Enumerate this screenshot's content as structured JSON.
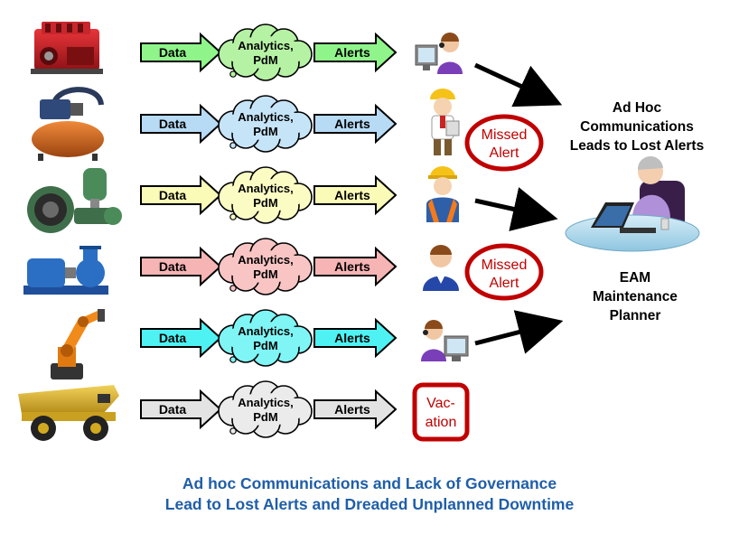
{
  "rows": [
    {
      "machine": "engine-icon",
      "data_label": "Data",
      "cloud_line1": "Analytics,",
      "cloud_line2": "PdM",
      "alerts_label": "Alerts",
      "color": "#8ff58a",
      "cloud_color": "#b6f2a4",
      "recipient": "call-center-agent-icon",
      "badge": ""
    },
    {
      "machine": "pump-tank-icon",
      "data_label": "Data",
      "cloud_line1": "Analytics,",
      "cloud_line2": "PdM",
      "alerts_label": "Alerts",
      "color": "#b7dbf5",
      "cloud_color": "#c6e4f8",
      "recipient": "field-technician-icon",
      "badge": "missed"
    },
    {
      "machine": "valve-icon",
      "data_label": "Data",
      "cloud_line1": "Analytics,",
      "cloud_line2": "PdM",
      "alerts_label": "Alerts",
      "color": "#fbfbb8",
      "cloud_color": "#fbfbc4",
      "recipient": "construction-worker-icon",
      "badge": ""
    },
    {
      "machine": "centrifugal-pump-icon",
      "data_label": "Data",
      "cloud_line1": "Analytics,",
      "cloud_line2": "PdM",
      "alerts_label": "Alerts",
      "color": "#f7b4b4",
      "cloud_color": "#f8c4c4",
      "recipient": "office-worker-icon",
      "badge": "missed"
    },
    {
      "machine": "robot-arm-icon",
      "data_label": "Data",
      "cloud_line1": "Analytics,",
      "cloud_line2": "PdM",
      "alerts_label": "Alerts",
      "color": "#4ef2f2",
      "cloud_color": "#7ff5f5",
      "recipient": "call-center-agent-icon",
      "badge": ""
    },
    {
      "machine": "mining-truck-icon",
      "data_label": "Data",
      "cloud_line1": "Analytics,",
      "cloud_line2": "PdM",
      "alerts_label": "Alerts",
      "color": "#e3e3e3",
      "cloud_color": "#ebebeb",
      "recipient": "",
      "badge": "vacation"
    }
  ],
  "missed_alert": {
    "line1": "Missed",
    "line2": "Alert",
    "color": "#c00000"
  },
  "vacation": {
    "line1": "Vac-",
    "line2": "ation",
    "color": "#c00000"
  },
  "ad_hoc_caption": {
    "line1": "Ad Hoc",
    "line2": "Communications",
    "line3": "Leads to Lost Alerts"
  },
  "eam_caption": {
    "line1": "EAM",
    "line2": "Maintenance",
    "line3": "Planner"
  },
  "planner_icon": "maintenance-planner-desk-icon",
  "footer": {
    "line1": "Ad hoc Communications and Lack of Governance",
    "line2": "Lead to Lost Alerts and Dreaded Unplanned Downtime",
    "color": "#1f5ea8"
  }
}
